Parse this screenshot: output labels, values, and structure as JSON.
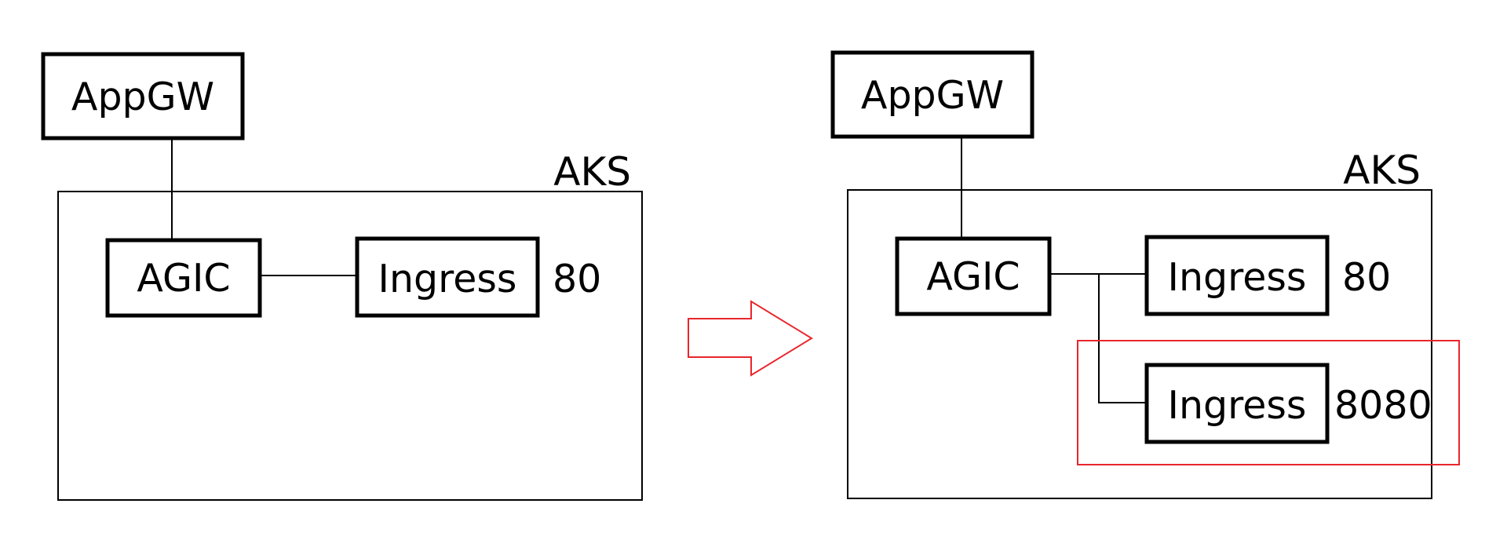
{
  "left": {
    "appgw": "AppGW",
    "cluster": "AKS",
    "agic": "AGIC",
    "ingress": "Ingress",
    "port": "80"
  },
  "right": {
    "appgw": "AppGW",
    "cluster": "AKS",
    "agic": "AGIC",
    "ingress_1": "Ingress",
    "port_1": "80",
    "ingress_2": "Ingress",
    "port_2": "8080"
  },
  "colors": {
    "line": "#000000",
    "highlight": "#e8262c"
  }
}
